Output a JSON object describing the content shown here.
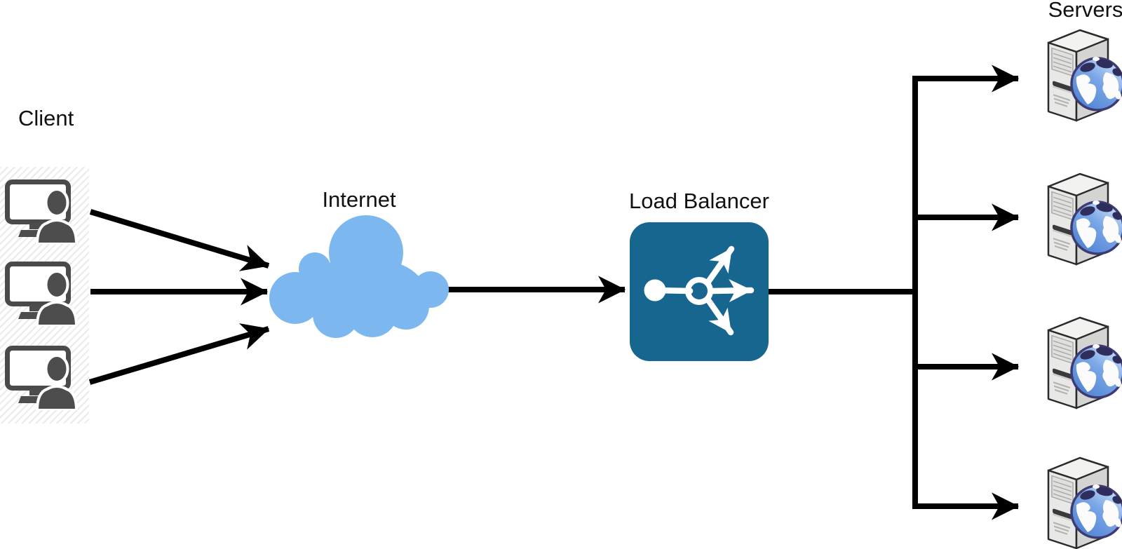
{
  "labels": {
    "client": "Client",
    "internet": "Internet",
    "load_balancer": "Load Balancer",
    "servers": "Servers"
  },
  "groups": {
    "clients": {
      "count": 3
    },
    "servers": {
      "count": 4
    }
  },
  "colors": {
    "cloud": "#7db7f0",
    "load_balancer_box": "#176690",
    "connector": "#000000",
    "client_icon": "#4d4d4d",
    "label_text": "#111111"
  },
  "icons": {
    "client": "workstation-user-icon",
    "internet": "cloud-icon",
    "load_balancer": "load-balancer-distribution-arrows-icon",
    "server": "tower-server-globe-icon"
  },
  "edges": [
    {
      "from": "client-1",
      "to": "internet",
      "arrow": true
    },
    {
      "from": "client-2",
      "to": "internet",
      "arrow": true
    },
    {
      "from": "client-3",
      "to": "internet",
      "arrow": true
    },
    {
      "from": "internet",
      "to": "load-balancer",
      "arrow": true
    },
    {
      "from": "load-balancer",
      "to": "server-1",
      "arrow": true
    },
    {
      "from": "load-balancer",
      "to": "server-2",
      "arrow": true
    },
    {
      "from": "load-balancer",
      "to": "server-3",
      "arrow": true
    },
    {
      "from": "load-balancer",
      "to": "server-4",
      "arrow": true
    }
  ]
}
